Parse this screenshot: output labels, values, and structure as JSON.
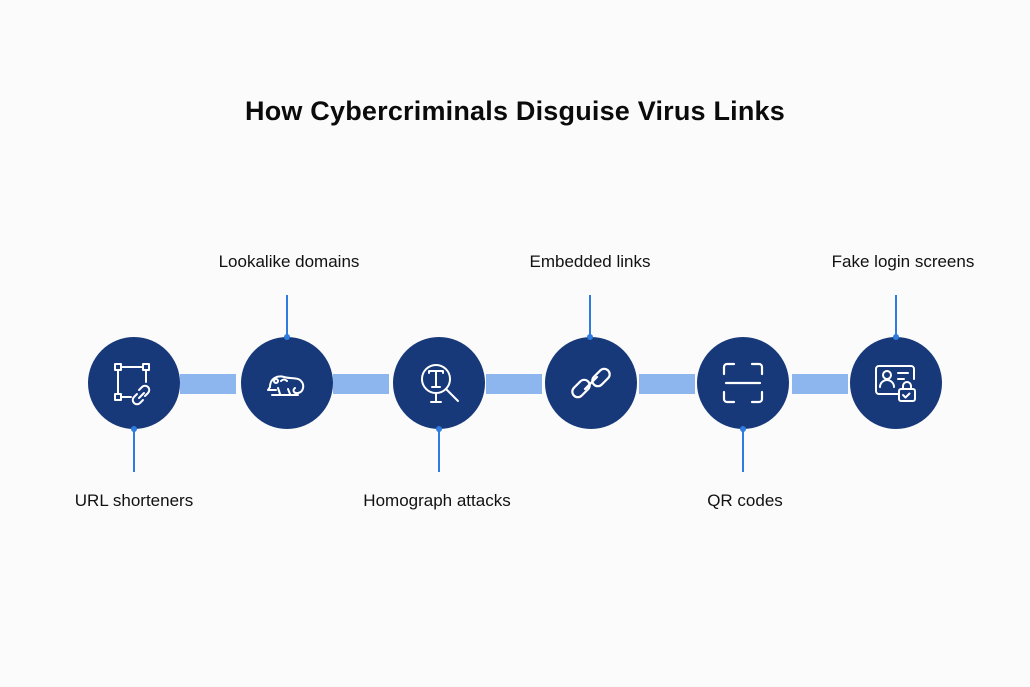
{
  "title": "How Cybercriminals Disguise Virus Links",
  "colors": {
    "node": "#17397a",
    "connector": "#8db6ef",
    "stem": "#2f7be0",
    "background": "#fbfbfb"
  },
  "steps": [
    {
      "label": "URL shorteners",
      "icon": "link-square-icon",
      "label_position": "below"
    },
    {
      "label": "Lookalike domains",
      "icon": "chameleon-icon",
      "label_position": "above"
    },
    {
      "label": "Homograph attacks",
      "icon": "magnifier-text-icon",
      "label_position": "below"
    },
    {
      "label": "Embedded links",
      "icon": "chain-link-icon",
      "label_position": "above"
    },
    {
      "label": "QR codes",
      "icon": "qr-scan-icon",
      "label_position": "below"
    },
    {
      "label": "Fake login screens",
      "icon": "id-card-lock-icon",
      "label_position": "above"
    }
  ]
}
